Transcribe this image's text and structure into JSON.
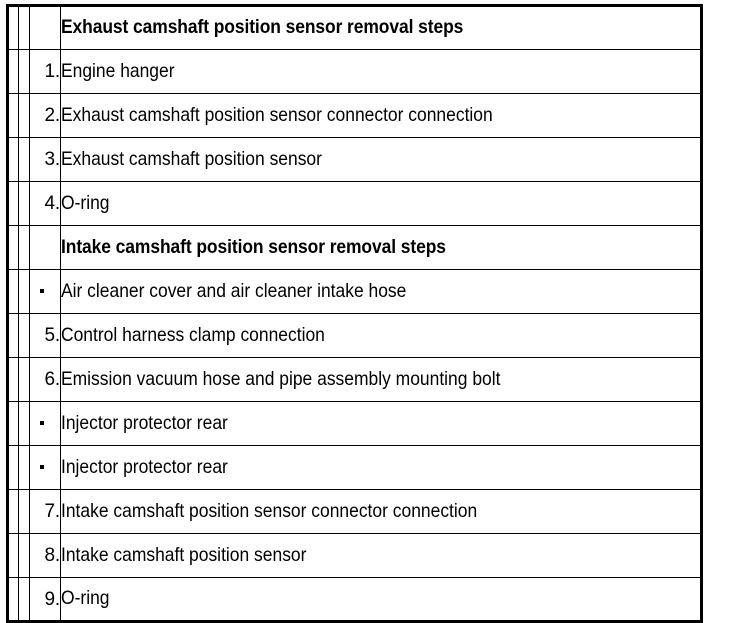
{
  "document": {
    "title": "Exhaust and Intake camshaft position sensor removal steps",
    "background_color": "#ffffff",
    "text_color": "#000000",
    "border_color": "#000000"
  },
  "table": {
    "columns": [
      {
        "key": "spacer_a",
        "label": "",
        "kind": "spacer"
      },
      {
        "key": "spacer_b",
        "label": "",
        "kind": "spacer"
      },
      {
        "key": "num",
        "label": "",
        "kind": "step-number"
      },
      {
        "key": "desc",
        "label": "",
        "kind": "description"
      }
    ],
    "rows": [
      {
        "type": "section-head",
        "num": "",
        "desc": "Exhaust camshaft position sensor removal steps",
        "rule_below": true
      },
      {
        "type": "step",
        "num": "1.",
        "desc": "Engine hanger",
        "rule_below": false
      },
      {
        "type": "step",
        "num": "2.",
        "desc": "Exhaust camshaft position sensor connector connection",
        "rule_below": false
      },
      {
        "type": "step",
        "num": "3.",
        "desc": "Exhaust camshaft position sensor",
        "rule_below": false
      },
      {
        "type": "step",
        "num": "4.",
        "desc": "O-ring",
        "rule_below": true
      },
      {
        "type": "section-head",
        "num": "",
        "desc": "Intake camshaft position sensor removal steps",
        "rule_below": true
      },
      {
        "type": "bullet",
        "num": "·",
        "desc": "Air cleaner cover and air cleaner intake hose",
        "rule_below": true
      },
      {
        "type": "step",
        "num": "5.",
        "desc": "Control harness clamp connection",
        "rule_below": false
      },
      {
        "type": "step",
        "num": "6.",
        "desc": "Emission vacuum hose and pipe assembly mounting bolt",
        "rule_below": false
      },
      {
        "type": "bullet",
        "num": "·",
        "desc": "Injector protector rear",
        "rule_below": true
      },
      {
        "type": "bullet",
        "num": "·",
        "desc": "Injector protector rear",
        "rule_below": true
      },
      {
        "type": "step",
        "num": "7.",
        "desc": "Intake camshaft position sensor connector connection",
        "rule_below": false
      },
      {
        "type": "step",
        "num": "8.",
        "desc": "Intake camshaft position sensor",
        "rule_below": false
      },
      {
        "type": "step",
        "num": "9.",
        "desc": "O-ring",
        "rule_below": false
      }
    ]
  }
}
